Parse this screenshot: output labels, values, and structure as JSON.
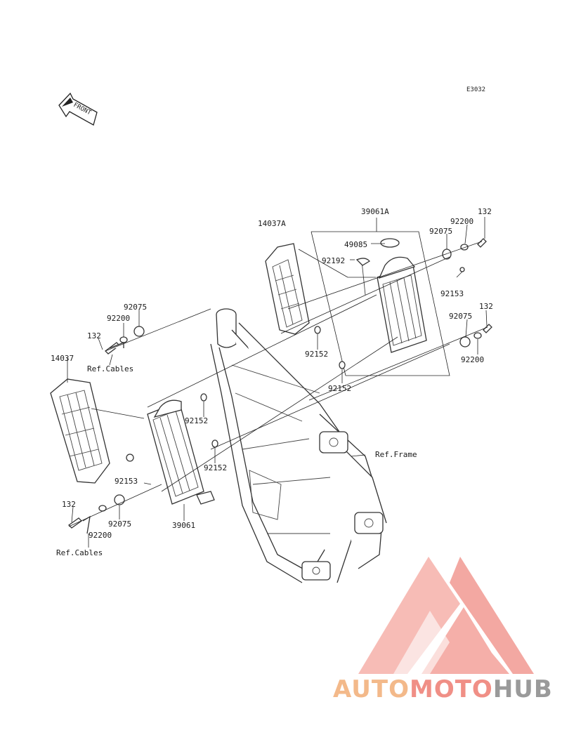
{
  "diagram_code": "E3032",
  "front_arrow": "FRONT",
  "callouts": {
    "p39061A": "39061A",
    "p14037A": "14037A",
    "p49085": "49085",
    "p92192": "92192",
    "p92075_tr": "92075",
    "p92200_tr": "92200",
    "p132_tr": "132",
    "p92153_r": "92153",
    "p132_r2": "132",
    "p92075_r2": "92075",
    "p92200_r2": "92200",
    "p92152_c1": "92152",
    "p92152_c2": "92152",
    "p92075_l": "92075",
    "p92200_l": "92200",
    "p132_l": "132",
    "ref_cables_top": "Ref.Cables",
    "p14037": "14037",
    "p92152_l1": "92152",
    "p92152_l2": "92152",
    "ref_frame": "Ref.Frame",
    "p92153_l": "92153",
    "p132_bl": "132",
    "p92075_bl": "92075",
    "p92200_bl": "92200",
    "p39061": "39061",
    "ref_cables_bottom": "Ref.Cables"
  },
  "watermark": {
    "part1": "AUTO",
    "part2": "MOTO",
    "part3": "HUB",
    "colors": {
      "part1": "#f3b98a",
      "part2": "#f08f86",
      "part3": "#9a9a9a",
      "logo": "#f4a29b"
    }
  }
}
